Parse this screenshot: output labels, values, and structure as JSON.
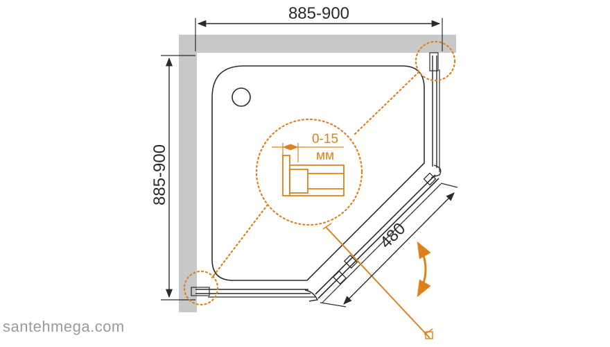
{
  "dimensions": {
    "width_label": "885-900",
    "depth_label": "885-900",
    "door_label": "480"
  },
  "detail": {
    "gap_label": "0-15",
    "unit_label": "мм"
  },
  "watermark": "santehmega.com",
  "colors": {
    "wall": "#c8c8c8",
    "line": "#2a2a2a",
    "accent": "#e0801a"
  }
}
